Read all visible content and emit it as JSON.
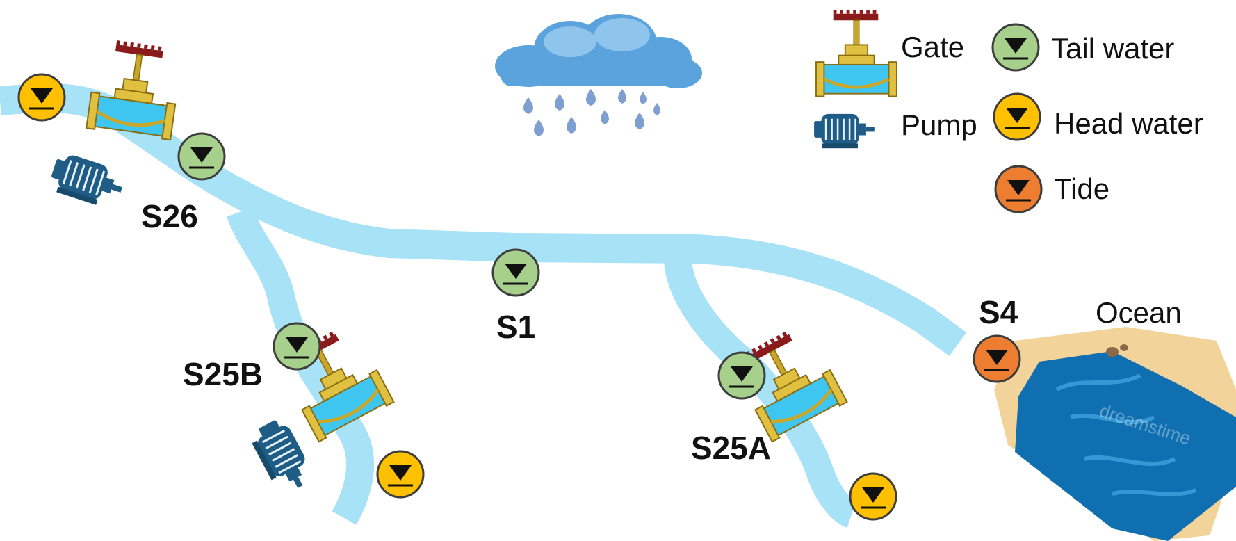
{
  "colors": {
    "river": "#a8e2f7",
    "tail_water": "#a8d08d",
    "head_water": "#ffc000",
    "tide": "#ed7d31",
    "marker_stroke": "#3d3d3d",
    "gate_body": "#e0c040",
    "gate_water": "#3fc6f0",
    "gate_wheel": "#8b1a1a",
    "pump_body": "#1f5d86",
    "cloud": "#5aa3dc",
    "rain": "#7f9fd0",
    "ocean_deep": "#0f6fb0",
    "sand": "#f2d49a"
  },
  "legend": {
    "gate": "Gate",
    "pump": "Pump",
    "tail_water": "Tail water",
    "head_water": "Head water",
    "tide": "Tide"
  },
  "stations": {
    "s26": "S26",
    "s25b": "S25B",
    "s1": "S1",
    "s25a": "S25A",
    "s4": "S4"
  },
  "ocean_label": "Ocean",
  "watermark": "dreamstime",
  "icons": {
    "gate": "gate-valve-icon",
    "pump": "pump-motor-icon",
    "marker": "water-level-marker-icon",
    "weather": "rain-cloud-icon"
  }
}
